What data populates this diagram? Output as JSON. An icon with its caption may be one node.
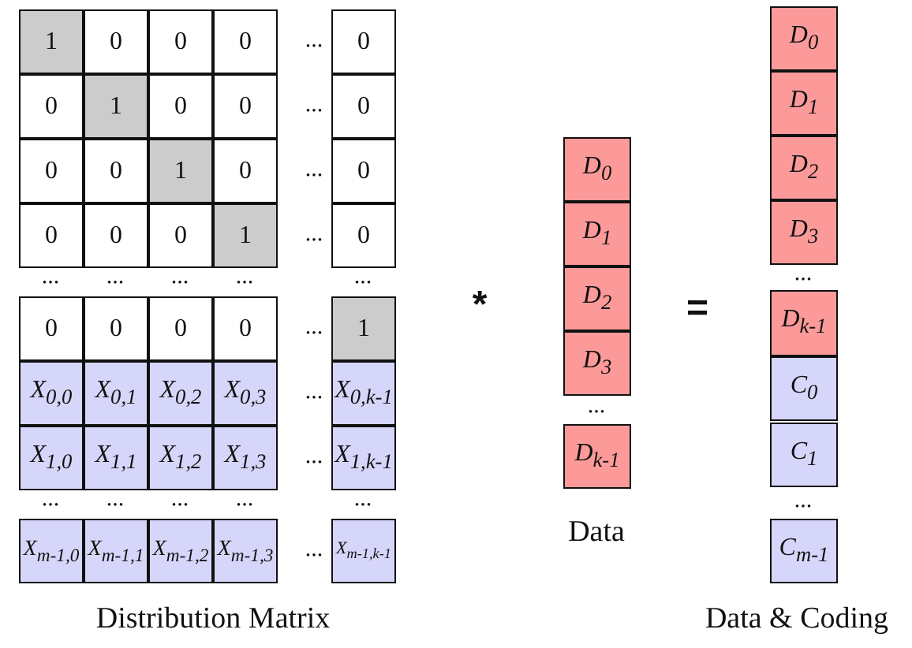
{
  "diagram": {
    "nodes": [
      {
        "text": [
          "1"
        ]
      },
      {
        "text": [
          "0"
        ]
      },
      {
        "text": [
          "0"
        ]
      },
      {
        "text": [
          "0"
        ]
      },
      {
        "text": [
          "0"
        ]
      },
      {
        "text": [
          "0"
        ]
      },
      {
        "text": [
          "1"
        ]
      },
      {
        "text": [
          "0"
        ]
      },
      {
        "text": [
          "0"
        ]
      },
      {
        "text": [
          "0"
        ]
      },
      {
        "text": [
          "0"
        ]
      },
      {
        "text": [
          "0"
        ]
      },
      {
        "text": [
          "1"
        ]
      },
      {
        "text": [
          "0"
        ]
      },
      {
        "text": [
          "0"
        ]
      },
      {
        "text": [
          "0"
        ]
      },
      {
        "text": [
          "0"
        ]
      },
      {
        "text": [
          "0"
        ]
      },
      {
        "text": [
          "1"
        ]
      },
      {
        "text": [
          "0"
        ]
      },
      {
        "text": [
          "0"
        ]
      },
      {
        "text": [
          "0"
        ]
      },
      {
        "text": [
          "0"
        ]
      },
      {
        "text": [
          "0"
        ]
      },
      {
        "text": [
          "1"
        ]
      },
      {
        "text": [
          "X$_{0,0}$"
        ]
      },
      {
        "text": [
          "X$_{0,1}$"
        ]
      },
      {
        "text": [
          "X$_{0,2}$"
        ]
      },
      {
        "text": [
          "X$_{0,3}$"
        ]
      },
      {
        "text": [
          "X$_{0,k-1}$"
        ]
      },
      {
        "text": [
          "X$_{1,0}$"
        ]
      },
      {
        "text": [
          "X$_{1,1}$"
        ]
      },
      {
        "text": [
          "X$_{1,2}$"
        ]
      },
      {
        "text": [
          "X$_{1,3}$"
        ]
      },
      {
        "text": [
          "X$_{1,k-1}$"
        ]
      },
      {
        "text": [
          "X$_{m-1,0}$"
        ]
      },
      {
        "text": [
          "X$_{m-1,1}$"
        ]
      },
      {
        "text": [
          "X$_{m-1,2}$"
        ]
      },
      {
        "text": [
          "X$_{m-1,3}$"
        ]
      },
      {
        "text": [
          "X$_{m-1,k-1}$"
        ]
      },
      {
        "text": [
          "D$_{0}$"
        ]
      },
      {
        "text": [
          "D$_{1}$"
        ]
      },
      {
        "text": [
          "D$_{2}$"
        ]
      },
      {
        "text": [
          "D$_{3}$"
        ]
      },
      {
        "text": [
          "D$_{k-1}$"
        ]
      },
      {
        "text": [
          "D$_{0}$"
        ]
      },
      {
        "text": [
          "D$_{1}$"
        ]
      },
      {
        "text": [
          "D$_{2}$"
        ]
      },
      {
        "text": [
          "D$_{3}$"
        ]
      },
      {
        "text": [
          "D$_{k-1}$"
        ]
      },
      {
        "text": [
          "C$_{0}$"
        ]
      },
      {
        "text": [
          "C$_{1}$"
        ]
      },
      {
        "text": [
          "C$_{m-1}$"
        ]
      }
    ],
    "labels": [
      "...",
      "...",
      "...",
      "...",
      "...",
      "...",
      "...",
      "...",
      "...",
      "...",
      "...",
      "...",
      "...",
      "...",
      "...",
      "...",
      "...",
      "...",
      "Distribution Matrix",
      "*",
      "...",
      "Data",
      "=",
      "...",
      "...",
      "Data & Coding"
    ]
  }
}
